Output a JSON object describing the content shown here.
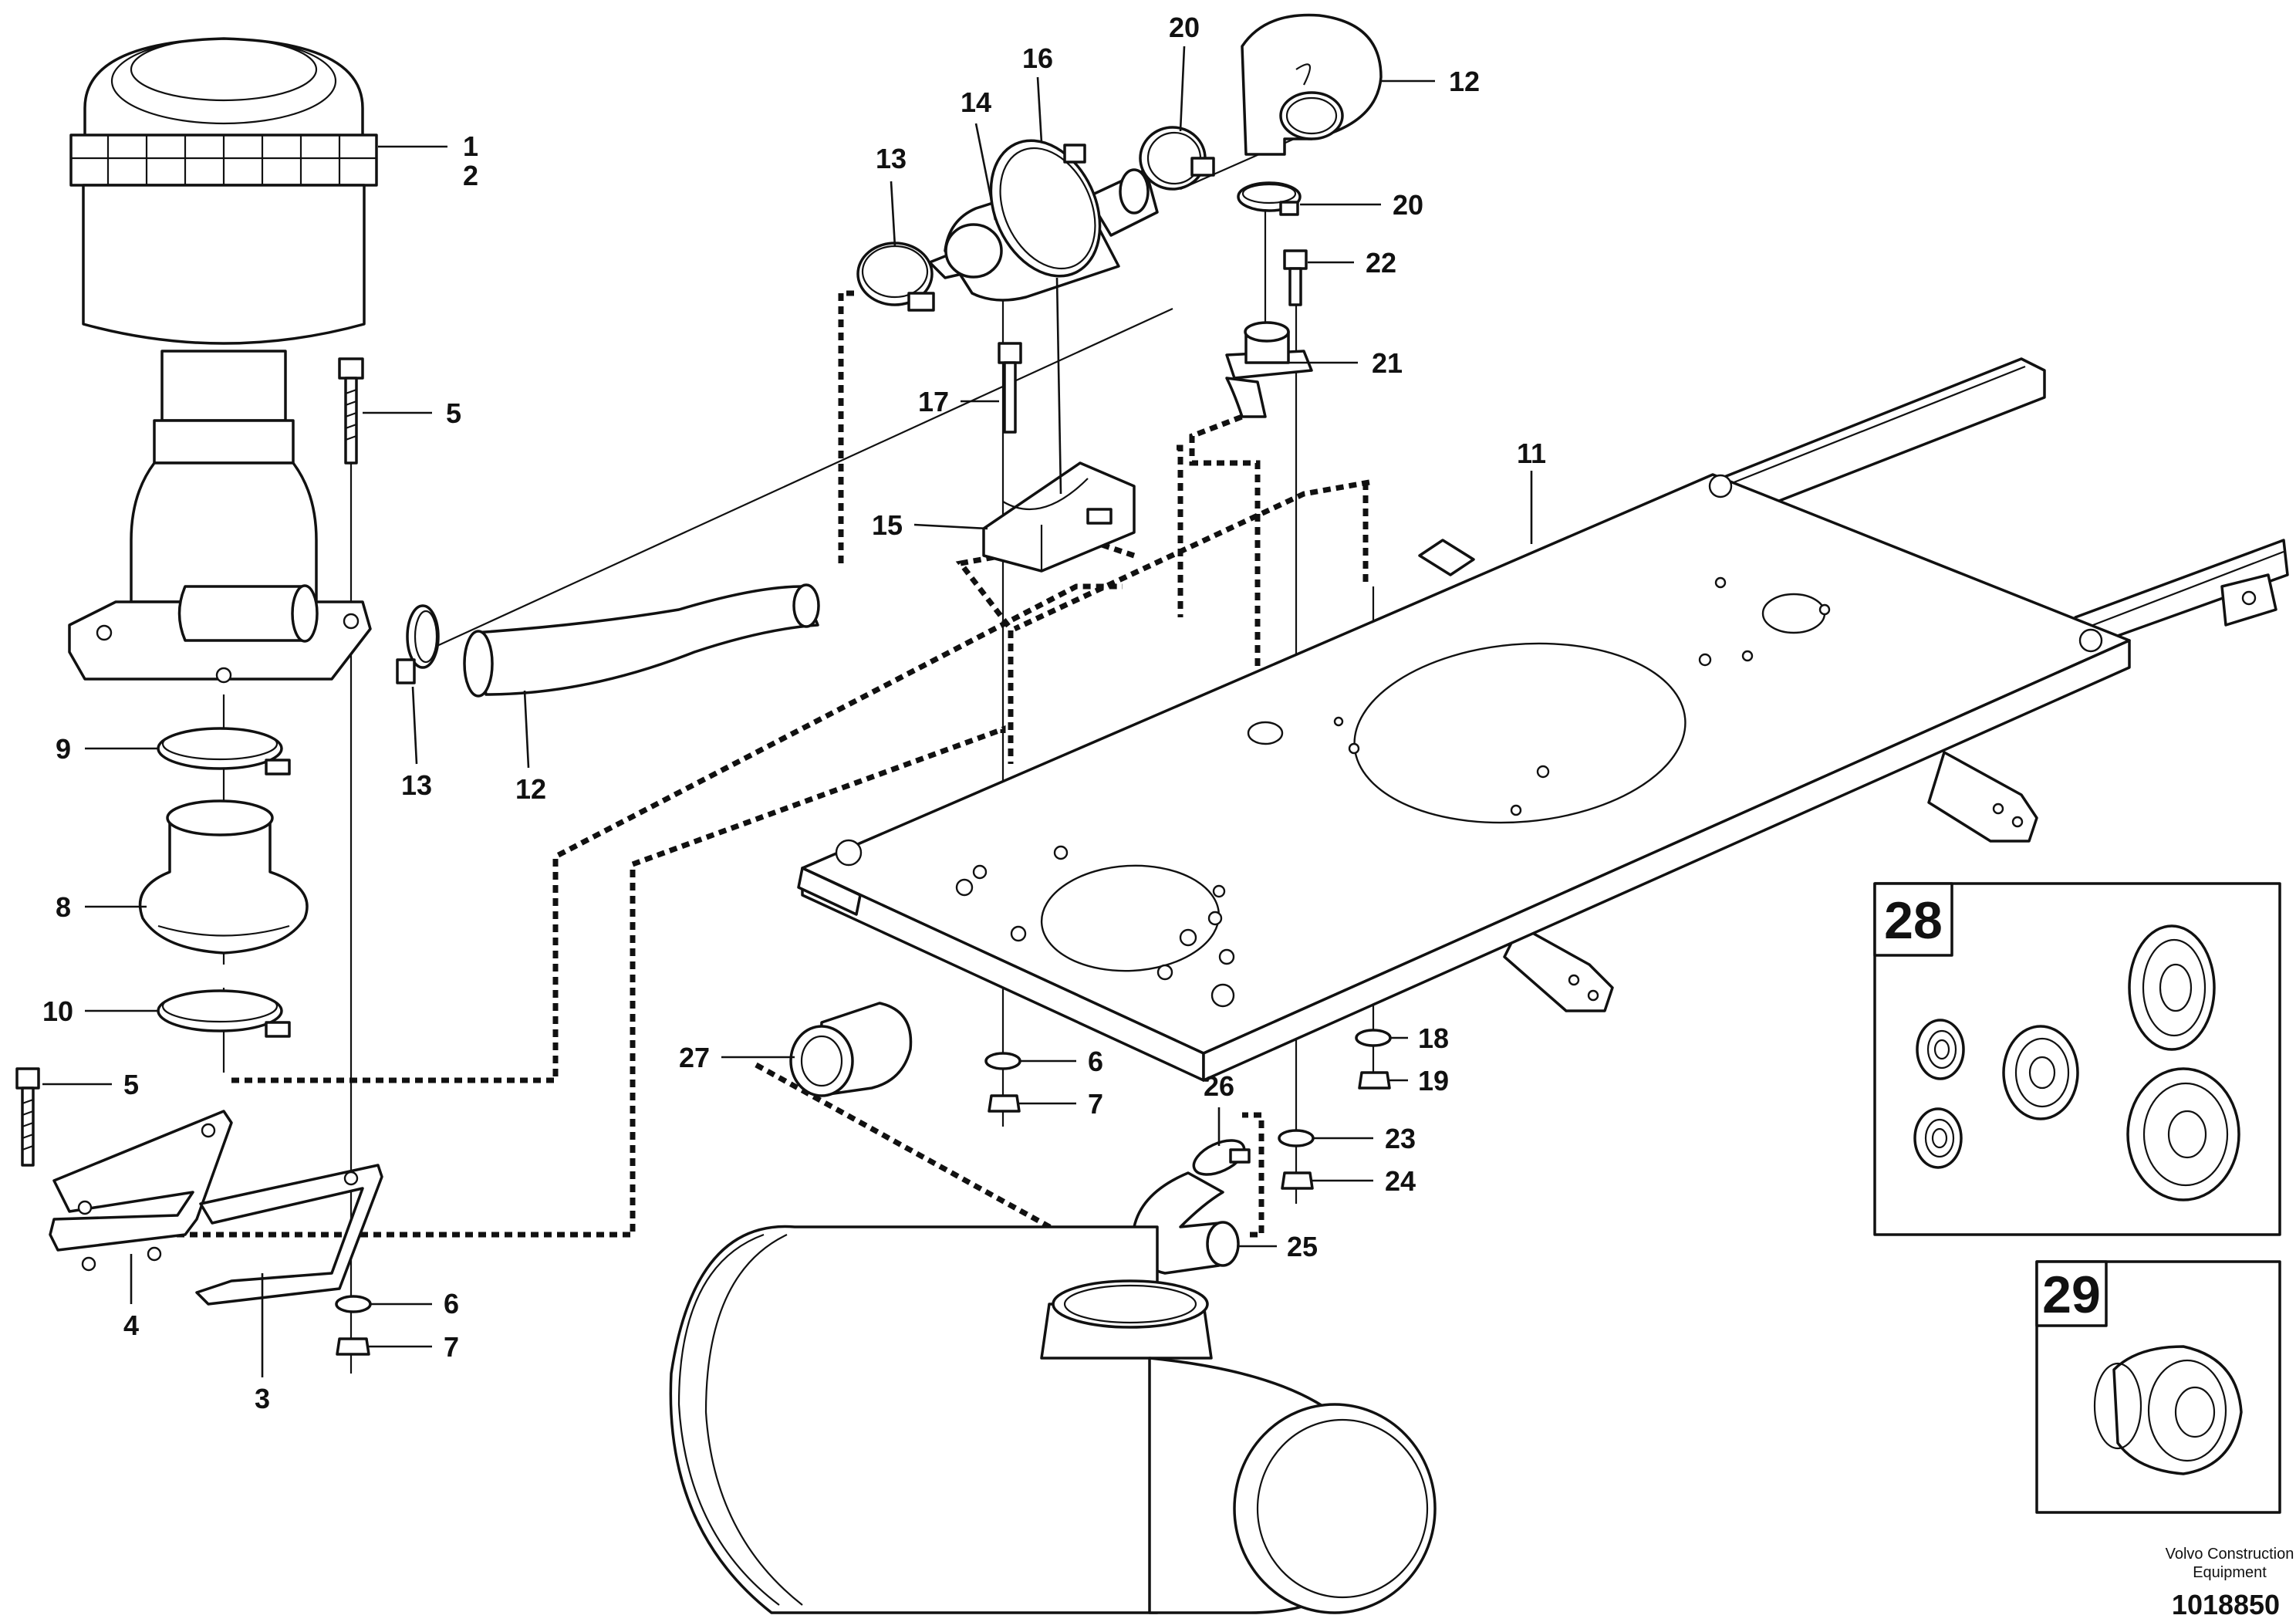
{
  "callouts": [
    {
      "id": "c1",
      "text": "1"
    },
    {
      "id": "c2",
      "text": "2"
    },
    {
      "id": "c3",
      "text": "3"
    },
    {
      "id": "c4",
      "text": "4"
    },
    {
      "id": "c5a",
      "text": "5"
    },
    {
      "id": "c5b",
      "text": "5"
    },
    {
      "id": "c6a",
      "text": "6"
    },
    {
      "id": "c6b",
      "text": "6"
    },
    {
      "id": "c7a",
      "text": "7"
    },
    {
      "id": "c7b",
      "text": "7"
    },
    {
      "id": "c8",
      "text": "8"
    },
    {
      "id": "c9",
      "text": "9"
    },
    {
      "id": "c10",
      "text": "10"
    },
    {
      "id": "c11",
      "text": "11"
    },
    {
      "id": "c12a",
      "text": "12"
    },
    {
      "id": "c12b",
      "text": "12"
    },
    {
      "id": "c13a",
      "text": "13"
    },
    {
      "id": "c13b",
      "text": "13"
    },
    {
      "id": "c14",
      "text": "14"
    },
    {
      "id": "c15",
      "text": "15"
    },
    {
      "id": "c16",
      "text": "16"
    },
    {
      "id": "c17",
      "text": "17"
    },
    {
      "id": "c18",
      "text": "18"
    },
    {
      "id": "c19",
      "text": "19"
    },
    {
      "id": "c20a",
      "text": "20"
    },
    {
      "id": "c20b",
      "text": "20"
    },
    {
      "id": "c21",
      "text": "21"
    },
    {
      "id": "c22",
      "text": "22"
    },
    {
      "id": "c23",
      "text": "23"
    },
    {
      "id": "c24",
      "text": "24"
    },
    {
      "id": "c25",
      "text": "25"
    },
    {
      "id": "c26",
      "text": "26"
    },
    {
      "id": "c27",
      "text": "27"
    }
  ],
  "insets": [
    {
      "id": "inset28",
      "label": "28"
    },
    {
      "id": "inset29",
      "label": "29"
    }
  ],
  "footer": {
    "company_line1": "Volvo Construction",
    "company_line2": "Equipment",
    "drawing_number": "1018850"
  }
}
